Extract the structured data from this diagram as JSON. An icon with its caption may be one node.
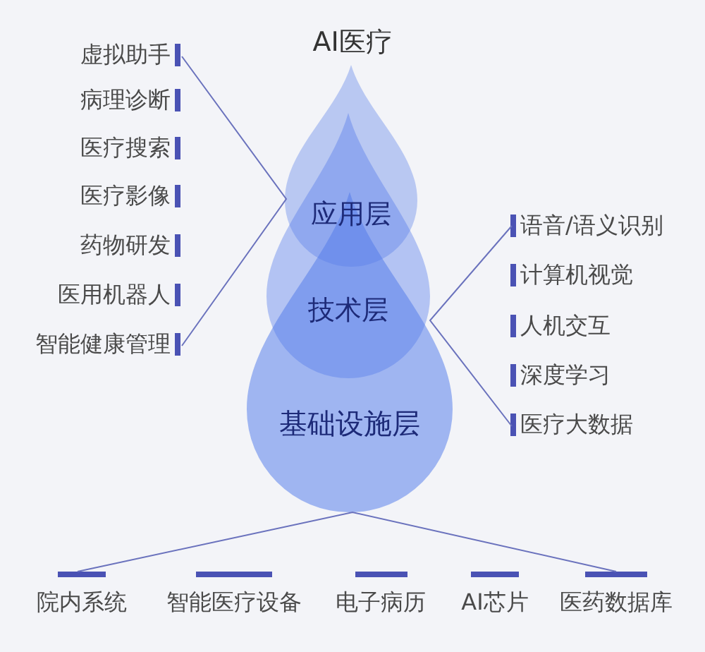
{
  "diagram": {
    "title": "AI医疗",
    "nodes": [
      {
        "text": [
          "应用层"
        ]
      },
      {
        "text": [
          "技术层"
        ]
      },
      {
        "text": [
          "基础设施层"
        ]
      }
    ],
    "labels": [
      "虚拟助手",
      "病理诊断",
      "医疗搜索",
      "医疗影像",
      "药物研发",
      "医用机器人",
      "智能健康管理",
      "语音/语义识别",
      "计算机视觉",
      "人机交互",
      "深度学习",
      "医疗大数据",
      "院内系统",
      "智能医疗设备",
      "电子病历",
      "AI芯片",
      "医药数据库"
    ]
  }
}
